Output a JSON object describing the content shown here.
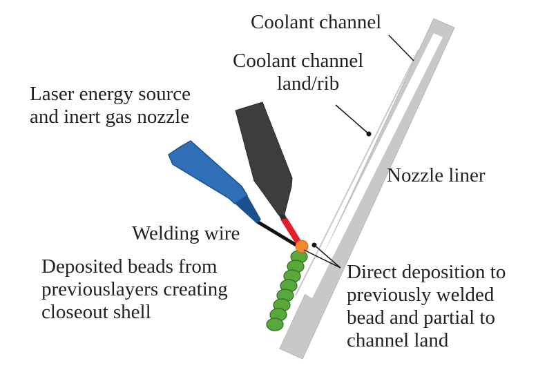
{
  "labels": {
    "coolant_channel": "Coolant channel",
    "coolant_channel_land": [
      "Coolant channel",
      "land/rib"
    ],
    "laser_source": [
      "Laser energy source",
      "and inert gas nozzle"
    ],
    "nozzle_liner": "Nozzle liner",
    "welding_wire": "Welding wire",
    "deposited_beads": [
      "Deposited beads from",
      "previouslayers creating",
      "closeout shell"
    ],
    "direct_deposition": [
      "Direct deposition to",
      "previously welded",
      "bead and partial to",
      "channel land"
    ]
  },
  "colors": {
    "liner": "#c8c8c8",
    "liner_edge": "#a9a9a9",
    "laser_body": "#3d3d3d",
    "laser_beam": "#e0202a",
    "wire_feeder": "#2f6fb8",
    "wire_feeder_dark": "#1d4f8f",
    "wire": "#111111",
    "melt_pool": "#f08a2a",
    "bead": "#58a83c",
    "bead_edge": "#2f6b22",
    "leader": "#111111"
  }
}
